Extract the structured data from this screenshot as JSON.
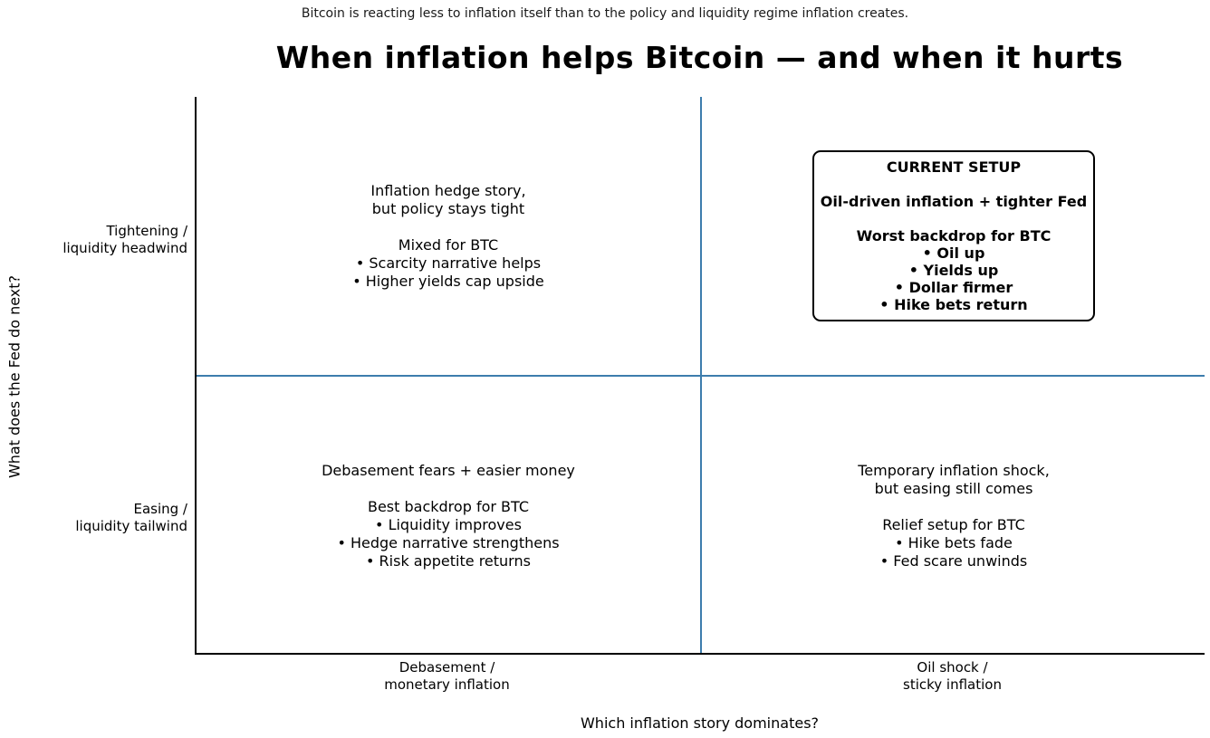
{
  "header": {
    "subtitle": "Bitcoin is reacting less to inflation itself than to the policy and liquidity regime inflation creates.",
    "title": "When inflation helps Bitcoin — and when it hurts"
  },
  "axes": {
    "y_label": "What does the Fed do next?",
    "x_label": "Which inflation story dominates?",
    "y_ticks": [
      {
        "line1": "Tightening /",
        "line2": "liquidity headwind"
      },
      {
        "line1": "Easing /",
        "line2": "liquidity tailwind"
      }
    ],
    "x_ticks": [
      {
        "line1": "Debasement /",
        "line2": "monetary inflation"
      },
      {
        "line1": "Oil shock /",
        "line2": "sticky inflation"
      }
    ]
  },
  "quadrants": {
    "top_left": {
      "heading": [
        "Inflation hedge story,",
        "but policy stays tight"
      ],
      "body": [
        "Mixed for BTC",
        "• Scarcity narrative helps",
        "• Higher yields cap upside"
      ]
    },
    "top_right": {
      "box_title": "CURRENT SETUP",
      "box_subtitle": "Oil-driven inflation + tighter Fed",
      "body": [
        "Worst backdrop for BTC",
        "• Oil up",
        "• Yields up",
        "• Dollar firmer",
        "• Hike bets return"
      ]
    },
    "bottom_left": {
      "heading": [
        "Debasement fears + easier money"
      ],
      "body": [
        "Best backdrop for BTC",
        "• Liquidity improves",
        "• Hedge narrative strengthens",
        "• Risk appetite returns"
      ]
    },
    "bottom_right": {
      "heading": [
        "Temporary inflation shock,",
        "but easing still comes"
      ],
      "body": [
        "Relief setup for BTC",
        "• Hike bets fade",
        "• Fed scare unwinds"
      ]
    }
  },
  "colors": {
    "background": "#ffffff",
    "divider": "#3d7dad",
    "spine": "#000000",
    "box_border": "#000000",
    "text": "#000000"
  }
}
